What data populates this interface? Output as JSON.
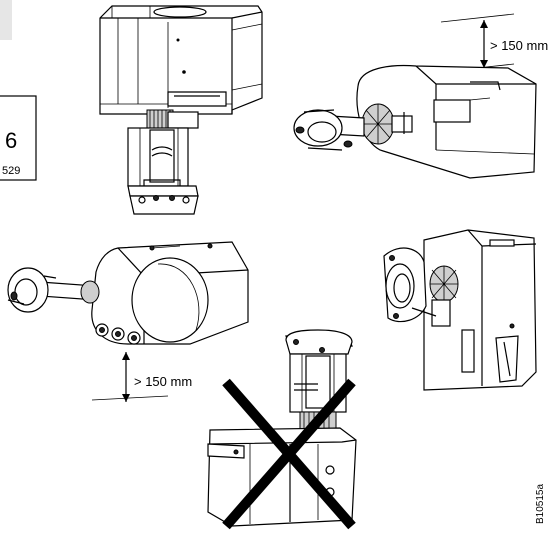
{
  "page_tab": {
    "number": "6",
    "code": "529"
  },
  "labels": {
    "clearance_top": "> 150 mm",
    "clearance_bottom": "> 150 mm",
    "figure_id": "B10515a"
  },
  "views": [
    {
      "id": "vertical-upright",
      "allowed": true
    },
    {
      "id": "horizontal-top-clearance",
      "allowed": true
    },
    {
      "id": "horizontal-bottom-clearance",
      "allowed": true
    },
    {
      "id": "side-mounted",
      "allowed": true
    },
    {
      "id": "inverted",
      "allowed": false
    }
  ],
  "colors": {
    "line": "#000000",
    "fill": "#ffffff",
    "shade": "#cfcfcf"
  }
}
